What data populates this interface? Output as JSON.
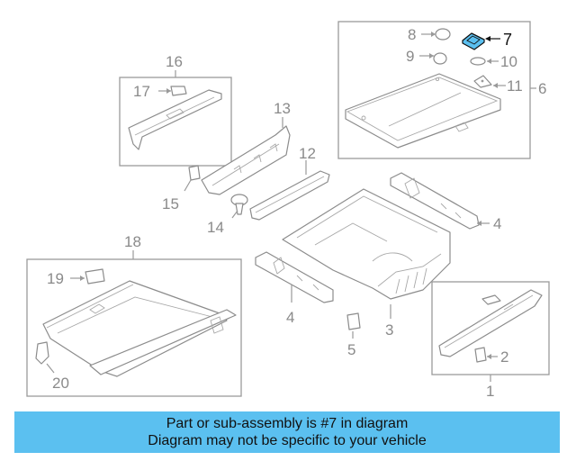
{
  "diagram": {
    "callouts": {
      "c1": "1",
      "c2": "2",
      "c3": "3",
      "c4a": "4",
      "c4b": "4",
      "c5": "5",
      "c6": "6",
      "c7": "7",
      "c8": "8",
      "c9": "9",
      "c10": "10",
      "c11": "11",
      "c12": "12",
      "c13": "13",
      "c14": "14",
      "c15": "15",
      "c16": "16",
      "c17": "17",
      "c18": "18",
      "c19": "19",
      "c20": "20"
    },
    "highlight_color": "#5bc0f0"
  },
  "banner": {
    "line1": "Part or sub-assembly is #7 in diagram",
    "line2": "Diagram may not be specific to your vehicle",
    "color": "#5bc0f0"
  }
}
